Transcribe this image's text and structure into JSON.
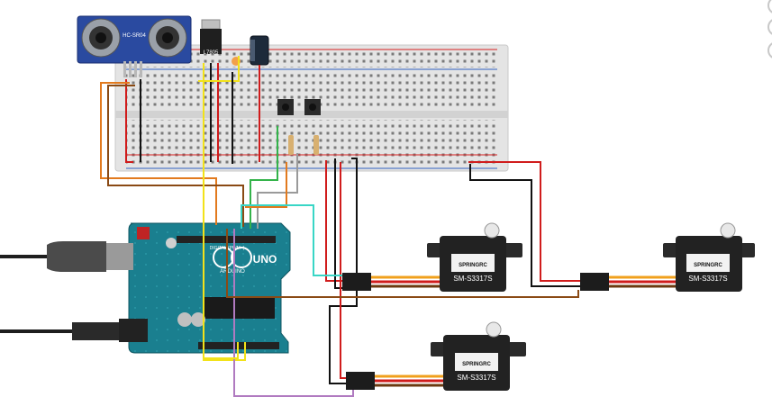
{
  "components": {
    "ultrasonic": {
      "model": "HC-SR04"
    },
    "regulator": {
      "label": "L7805"
    },
    "arduino": {
      "logo": "ARDUINO",
      "model": "UNO",
      "digital_label": "DIGITAL (PWM~)"
    },
    "servos": [
      {
        "brand": "SPRINGRC",
        "model": "SM-S3317S"
      },
      {
        "brand": "SPRINGRC",
        "model": "SM-S3317S"
      },
      {
        "brand": "SPRINGRC",
        "model": "SM-S3317S"
      }
    ]
  },
  "wire_colors": {
    "red": "#d01c1c",
    "black": "#111111",
    "yellow": "#f2e21a",
    "orange": "#e27a1e",
    "brown": "#8a4a14",
    "green": "#34b34a",
    "gray": "#9a9a9a",
    "cyan": "#39d6c6",
    "purple": "#b07ac0",
    "servo_orange": "#f0a01c",
    "servo_brown": "#6b3a10"
  },
  "icons": [
    "usb-plug-icon",
    "barrel-jack-icon",
    "gear-icon"
  ]
}
